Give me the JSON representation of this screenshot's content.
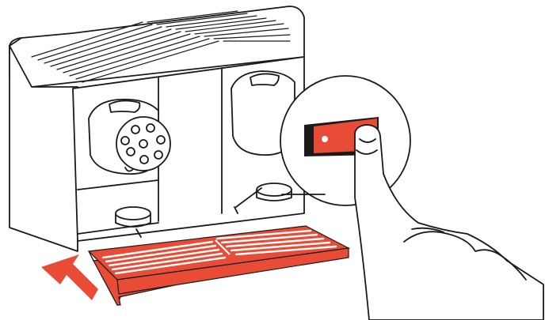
{
  "illustration": {
    "subject": "coffee-machine-drip-tray-insertion",
    "accent_color": "#e84b36",
    "line_color": "#1a1a1a",
    "background_color": "#ffffff",
    "icons": [
      "machine-outline",
      "capsule-lever-left",
      "capsule-lever-right",
      "power-switch-icon",
      "finger-press-icon",
      "drip-tray",
      "insert-arrow-icon"
    ]
  }
}
